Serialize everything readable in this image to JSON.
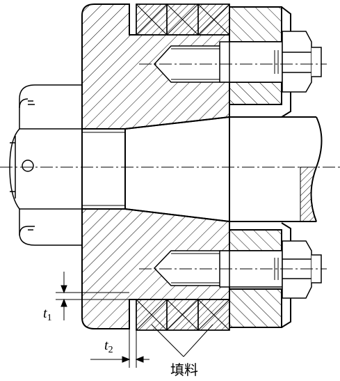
{
  "annotations": {
    "t1": {
      "letter": "t",
      "subscript": "1"
    },
    "t2": {
      "letter": "t",
      "subscript": "2"
    },
    "packing_label": "填料"
  },
  "colors": {
    "line": "#000000",
    "background": "#ffffff"
  }
}
